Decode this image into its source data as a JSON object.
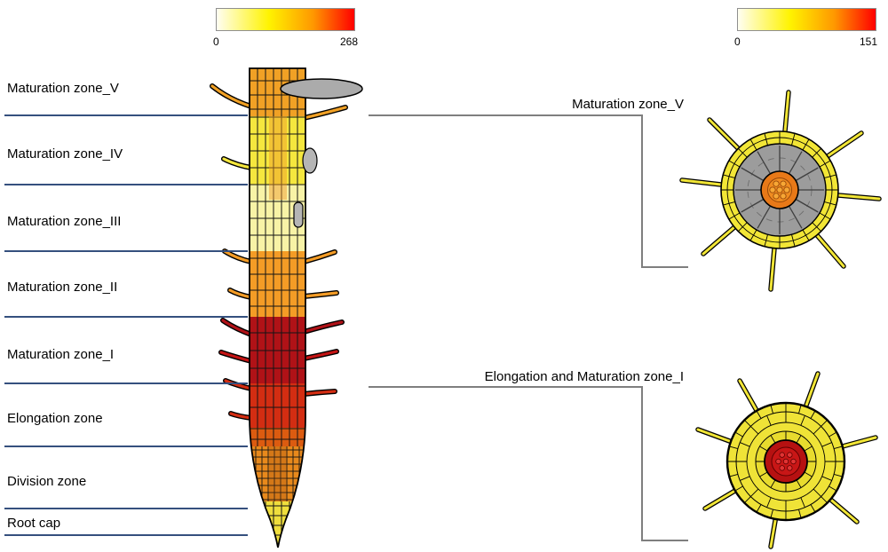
{
  "colorbars": {
    "left": {
      "min": "0",
      "max": "268",
      "gradient_css": "background: linear-gradient(to right, #fffef2 0%, #fff300 38%, #ff9800 70%, #ff0000 100%)"
    },
    "right": {
      "min": "0",
      "max": "151",
      "gradient_css": "background: linear-gradient(to right, #fffef2 0%, #fff300 38%, #ff9800 70%, #ff0000 100%)"
    }
  },
  "zones": [
    "Maturation zone_V",
    "Maturation zone_IV",
    "Maturation zone_III",
    "Maturation zone_II",
    "Maturation zone_I",
    "Elongation zone",
    "Division zone",
    "Root cap"
  ],
  "annotations": {
    "maturation_v": "Maturation zone_V",
    "elongation_maturation_i": "Elongation and Maturation zone_I"
  },
  "colors": {
    "zone_divider_line": "#35507E",
    "bracket_line": "#7F7F7F",
    "gray_organ": "#ABABAB",
    "root": {
      "maturation_v": "#F1A125",
      "maturation_iv": "#F5E73E",
      "maturation_iii": "#F8F3A6",
      "maturation_ii": "#F49C26",
      "maturation_i": "#B01217",
      "elongation_upper": "#D32D12",
      "elongation_lower": "#DC5B10",
      "division": "#E8891C",
      "root_cap": "#EFDE3D"
    },
    "section_v": {
      "epidermis": "#F2E636",
      "cortex": "#9C9C9C",
      "stele_outer": "#E87918",
      "stele_inner": "#F08C20"
    },
    "section_i": {
      "epidermis": "#EFE337",
      "cortex_inner": "#E8DB2E",
      "stele_outer": "#B61111",
      "stele_inner": "#C81616"
    }
  }
}
